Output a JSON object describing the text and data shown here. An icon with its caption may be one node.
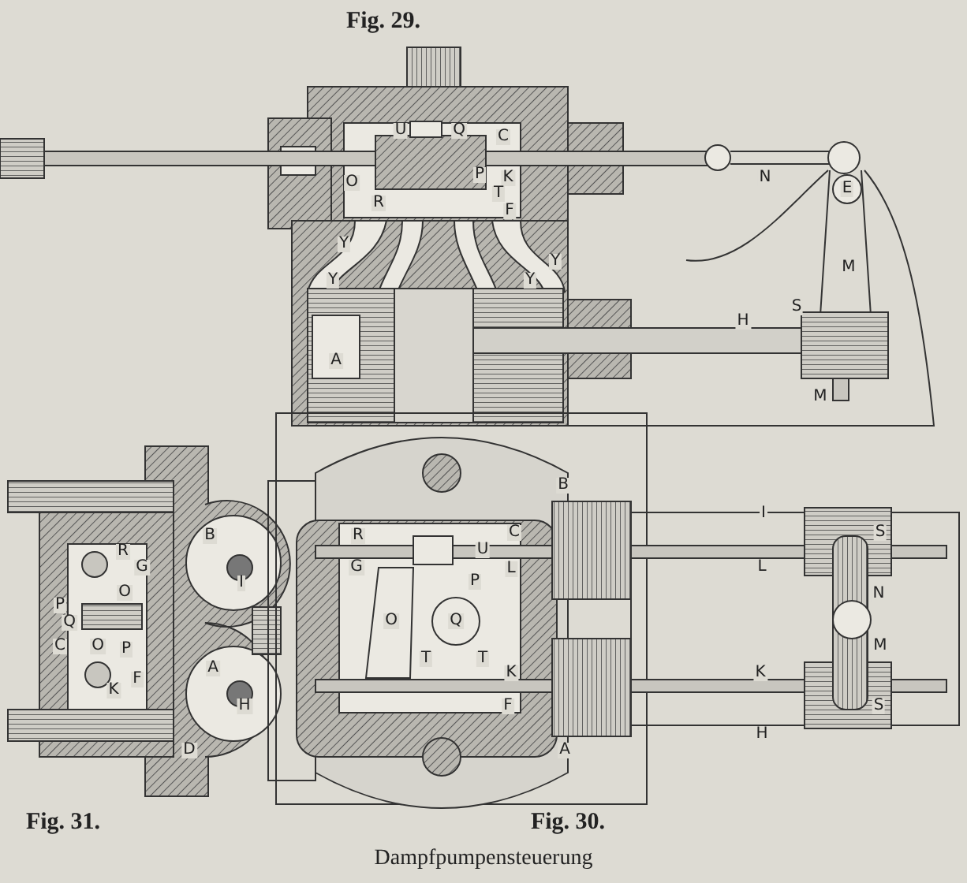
{
  "diagram": {
    "caption": "Dampfpumpensteuerung",
    "labels": [
      "Fig. 29.",
      "U",
      "Q",
      "C",
      "O",
      "P",
      "K",
      "N",
      "E",
      "R",
      "T",
      "F",
      "Y",
      "Y",
      "M",
      "Y",
      "Y",
      "S",
      "H",
      "A",
      "M",
      "B",
      "I",
      "B",
      "R",
      "C",
      "S",
      "R",
      "U",
      "G",
      "G",
      "L",
      "L",
      "I",
      "P",
      "O",
      "N",
      "P",
      "Q",
      "O",
      "Q",
      "C",
      "O",
      "P",
      "M",
      "T",
      "T",
      "A",
      "K",
      "K",
      "F",
      "K",
      "H",
      "F",
      "S",
      "H",
      "D",
      "A",
      "Fig. 31.",
      "Fig. 30."
    ]
  }
}
